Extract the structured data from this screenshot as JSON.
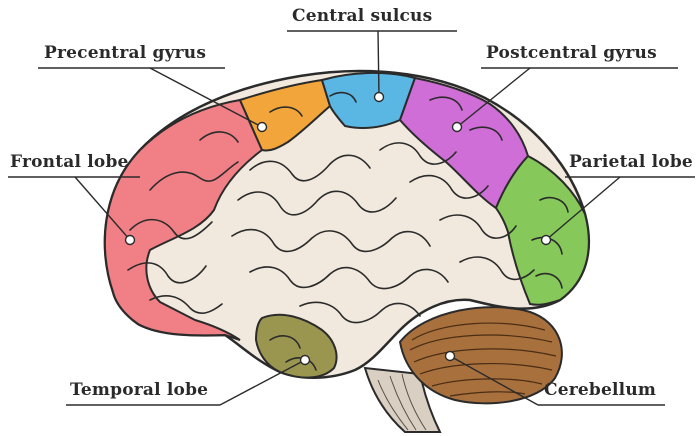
{
  "labels": {
    "central_sulcus": "Central sulcus",
    "precentral_gyrus": "Precentral gyrus",
    "postcentral_gyrus": "Postcentral gyrus",
    "frontal_lobe": "Frontal lobe",
    "parietal_lobe": "Parietal lobe",
    "temporal_lobe": "Temporal lobe",
    "cerebellum": "Cerebellum"
  },
  "colors": {
    "frontal_lobe": "#f07f86",
    "precentral_gyrus": "#f2a53a",
    "central_sulcus": "#5ab7e3",
    "postcentral_gyrus": "#cf6ed6",
    "parietal_lobe": "#86c95a",
    "temporal_lobe": "#9a9650",
    "cerebellum": "#a8703d",
    "cerebrum_base": "#f1e9de",
    "outline": "#2b2b2b"
  }
}
